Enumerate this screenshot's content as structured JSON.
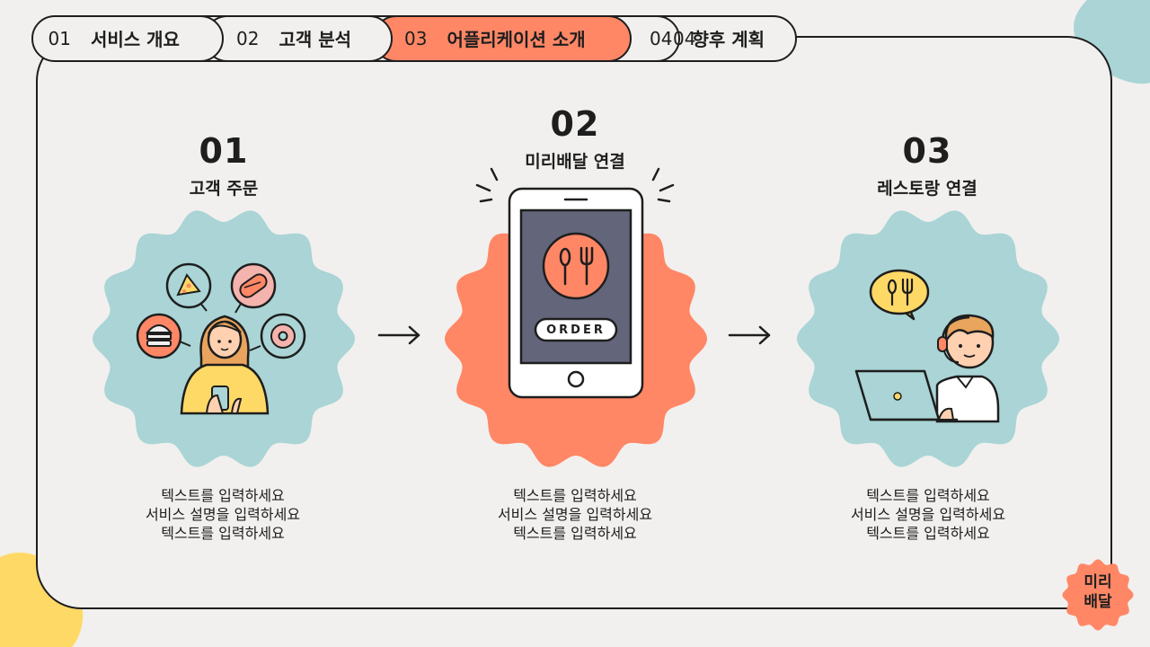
{
  "tabs": [
    {
      "num": "01",
      "label": "서비스 개요",
      "active": false
    },
    {
      "num": "02",
      "label": "고객 분석",
      "active": false
    },
    {
      "num": "03",
      "label": "어플리케이션 소개",
      "active": true
    },
    {
      "num": "04",
      "label": "향후 계획",
      "active": false
    }
  ],
  "steps": [
    {
      "num": "01",
      "title": "고객 주문",
      "desc": [
        "텍스트를 입력하세요",
        "서비스 설명을 입력하세요",
        "텍스트를 입력하세요"
      ]
    },
    {
      "num": "02",
      "title": "미리배달 연결",
      "button_label": "ORDER",
      "desc": [
        "텍스트를 입력하세요",
        "서비스 설명을 입력하세요",
        "텍스트를 입력하세요"
      ]
    },
    {
      "num": "03",
      "title": "레스토랑 연결",
      "desc": [
        "텍스트를 입력하세요",
        "서비스 설명을 입력하세요",
        "텍스트를 입력하세요"
      ]
    }
  ],
  "badge": {
    "line1": "미리",
    "line2": "배달"
  },
  "colors": {
    "coral": "#FF8766",
    "teal": "#AAD4D5",
    "yellow": "#FFD966",
    "dark": "#1E1E1E",
    "background": "#F1F0EE",
    "screen": "#63657A"
  },
  "icons": [
    "pizza-icon",
    "hotdog-icon",
    "burger-icon",
    "donut-icon",
    "utensils-icon",
    "laptop-icon",
    "headset-agent-icon",
    "smartphone-icon",
    "arrow-right-icon"
  ]
}
